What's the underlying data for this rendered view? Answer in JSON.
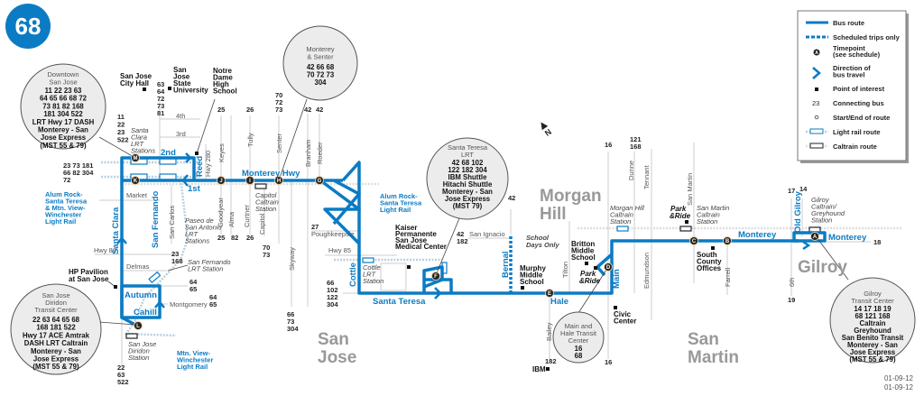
{
  "route_number": "68",
  "colors": {
    "route": "#0b7bc4",
    "callout_fill": "#ececec",
    "area_text": "#999999"
  },
  "legend": {
    "bus_route": "Bus route",
    "scheduled": "Scheduled trips only",
    "timepoint": [
      "Timepoint",
      "(see schedule)"
    ],
    "timepoint_symbol": "A",
    "direction": [
      "Direction of",
      "bus travel"
    ],
    "poi": "Point of interest",
    "connecting_sample": "23",
    "connecting": "Connecting bus",
    "start_end": "Start/End of route",
    "light_rail": "Light rail route",
    "caltrain": "Caltrain route"
  },
  "north_label": "N",
  "callouts": {
    "downtown": {
      "title": [
        "Downtown",
        "San Jose"
      ],
      "lines": [
        "11   22   23  63",
        "64   65   66   68   72",
        "73   81   82   168",
        "181   304   522",
        "LRT   Hwy 17   DASH",
        "Monterey - San",
        "Jose Express",
        "(MST 55 & 79)"
      ]
    },
    "monterey_senter": {
      "title": [
        "Monterey",
        "& Senter"
      ],
      "lines": [
        "42   66   68",
        "70   72   73",
        "304"
      ]
    },
    "santa_teresa": {
      "title": [
        "Santa Teresa",
        "LRT"
      ],
      "lines": [
        "42   68   102",
        "122   182   304",
        "IBM Shuttle",
        "Hitachi Shuttle",
        "Monterey - San",
        "Jose Express",
        "(MST 79)"
      ]
    },
    "diridon": {
      "title": [
        "San Jose",
        "Diridon",
        "Transit Center"
      ],
      "lines": [
        "22   63   64   65   68",
        "168   181   522",
        "Hwy 17    ACE    Amtrak",
        "DASH    LRT    Caltrain",
        "Monterey - San",
        "Jose Express",
        "(MST 55 & 79)"
      ]
    },
    "main_hale": {
      "title": [
        "Main and",
        "Hale Transit",
        "Center"
      ],
      "lines": [
        "16",
        "68"
      ]
    },
    "gilroy": {
      "title": [
        "Gilroy",
        "Transit Center"
      ],
      "lines": [
        "14   17   18   19",
        "68   121   168",
        "Caltrain",
        "Greyhound",
        "San Benito Transit",
        "Monterey - San",
        "Jose Express",
        "(MST 55 & 79)"
      ]
    }
  },
  "timepoints": {
    "a": "A",
    "b": "B",
    "c": "C",
    "d": "D",
    "e": "E",
    "f": "F",
    "g": "G",
    "h": "H",
    "i": "I",
    "j": "J",
    "k": "K",
    "l": "L",
    "m": "M"
  },
  "route_streets": {
    "second": "2nd",
    "first": "1st",
    "reed": "Reed",
    "monterey_hwy": "Monterey  Hwy",
    "santa_clara": "Santa Clara",
    "san_fernando": "San Fernando",
    "autumn": "Autumn",
    "cahill": "Cahill",
    "cottle": "Cottle",
    "santa_teresa": "Santa Teresa",
    "bernal": "Bernal",
    "hale": "Hale",
    "main": "Main",
    "monterey_mh": "Monterey",
    "old_gilroy": "Old Gilroy",
    "monterey_gilroy": "Monterey"
  },
  "streets": {
    "fourth": "4th",
    "third": "3rd",
    "hwy280": "Hwy 280",
    "keyes": "Keyes",
    "tully": "Tully",
    "senter": "Senter",
    "branham": "Branham",
    "roeder": "Roeder",
    "market": "Market",
    "san_carlos": "San Carlos",
    "goodyear": "Goodyear",
    "alma": "Alma",
    "curtner": "Curtner",
    "capitol": "Capitol",
    "hwy87": "Hwy 87",
    "delmas": "Delmas",
    "montgomery": "Montgomery",
    "skyway": "Skyway",
    "poughkeepsie": "Poughkeepsie",
    "hwy85": "Hwy 85",
    "san_ignacio": "San Ignacio",
    "tilton": "Tilton",
    "bailey": "Bailey",
    "dunne": "Dunne",
    "tennant": "Tennant",
    "edmundson": "Edmundson",
    "san_martin": "San Martin",
    "farrell": "Farrell",
    "sixth": "6th"
  },
  "connecting": {
    "dt_2nd": [
      "11",
      "22",
      "23",
      "522"
    ],
    "dt_left": [
      "23  73  181",
      "66  82  304",
      "72"
    ],
    "dt_4th": [
      "63",
      "64",
      "72",
      "73",
      "81"
    ],
    "keyes": "25",
    "tully": "26",
    "senter": [
      "70",
      "72",
      "73"
    ],
    "branham": "42",
    "roeder": "42",
    "goodyear": "25",
    "alma": "82",
    "curtner": "26",
    "capitol": [
      "70",
      "73"
    ],
    "san_carlos": [
      "23",
      "168"
    ],
    "autumn": [
      "64",
      "65"
    ],
    "montgomery": [
      "64",
      "65"
    ],
    "diridon": [
      "22",
      "63",
      "522"
    ],
    "skyway": [
      "66",
      "73",
      "304"
    ],
    "poughkeepsie": "27",
    "cottle": [
      "66",
      "102",
      "122",
      "304"
    ],
    "bernal_top": "42",
    "san_ignacio": [
      "42",
      "182"
    ],
    "bailey": "182",
    "main_south": "16",
    "main_north": "16",
    "dunne": [
      "121",
      "168"
    ],
    "sixth_top": "17",
    "old_gilroy_top": "14",
    "sixth_bottom": "19",
    "monterey_east": "18"
  },
  "poi": {
    "city_hall": [
      "San Jose",
      "City Hall"
    ],
    "sjsu": [
      "San",
      "Jose",
      "State",
      "University"
    ],
    "notre_dame": [
      "Notre",
      "Dame",
      "High",
      "School"
    ],
    "hp_pavilion": [
      "HP Pavilion",
      "at San Jose"
    ],
    "kaiser": [
      "Kaiser",
      "Permanente",
      "San Jose",
      "Medical Center"
    ],
    "murphy": [
      "Murphy",
      "Middle",
      "School"
    ],
    "britton": [
      "Britton",
      "Middle",
      "School"
    ],
    "civic_center": [
      "Civic",
      "Center"
    ],
    "ibm": "IBM",
    "south_county": [
      "South",
      "County",
      "Offices"
    ],
    "park": "Park",
    "ride": "&Ride"
  },
  "stations": {
    "santa_clara_lrt": [
      "Santa",
      "Clara",
      "LRT",
      "Stations"
    ],
    "capitol_caltrain": [
      "Capitol",
      "Caltrain",
      "Station"
    ],
    "paseo": [
      "Paseo de",
      "San Antonio",
      "LRT",
      "Stations"
    ],
    "san_fernando_lrt": [
      "San Fernando",
      "LRT Station"
    ],
    "diridon_station": [
      "San Jose",
      "Diridon",
      "Station"
    ],
    "cottle_lrt": [
      "Cottle",
      "LRT",
      "Station"
    ],
    "morgan_hill_caltrain": [
      "Morgan Hill",
      "Caltrain",
      "Station"
    ],
    "san_martin_caltrain": [
      "San Martin",
      "Caltrain",
      "Station"
    ],
    "gilroy_caltrain": [
      "Gilroy",
      "Caltrain/",
      "Greyhound",
      "Station"
    ],
    "school_days": [
      "School",
      "Days Only"
    ]
  },
  "light_rail_labels": {
    "alum_rock_mtn_view": [
      "Alum Rock-",
      "Santa Teresa",
      "& Mtn. View-",
      "Winchester",
      "Light Rail"
    ],
    "mtn_view": [
      "Mtn. View-",
      "Winchester",
      "Light Rail"
    ],
    "alum_rock_st": [
      "Alum Rock-",
      "Santa Teresa",
      "Light Rail"
    ]
  },
  "areas": {
    "san_jose": [
      "San",
      "Jose"
    ],
    "morgan_hill": [
      "Morgan",
      "Hill"
    ],
    "san_martin": [
      "San",
      "Martin"
    ],
    "gilroy": "Gilroy"
  },
  "date_codes": [
    "01-09-12",
    "01-09-12"
  ]
}
